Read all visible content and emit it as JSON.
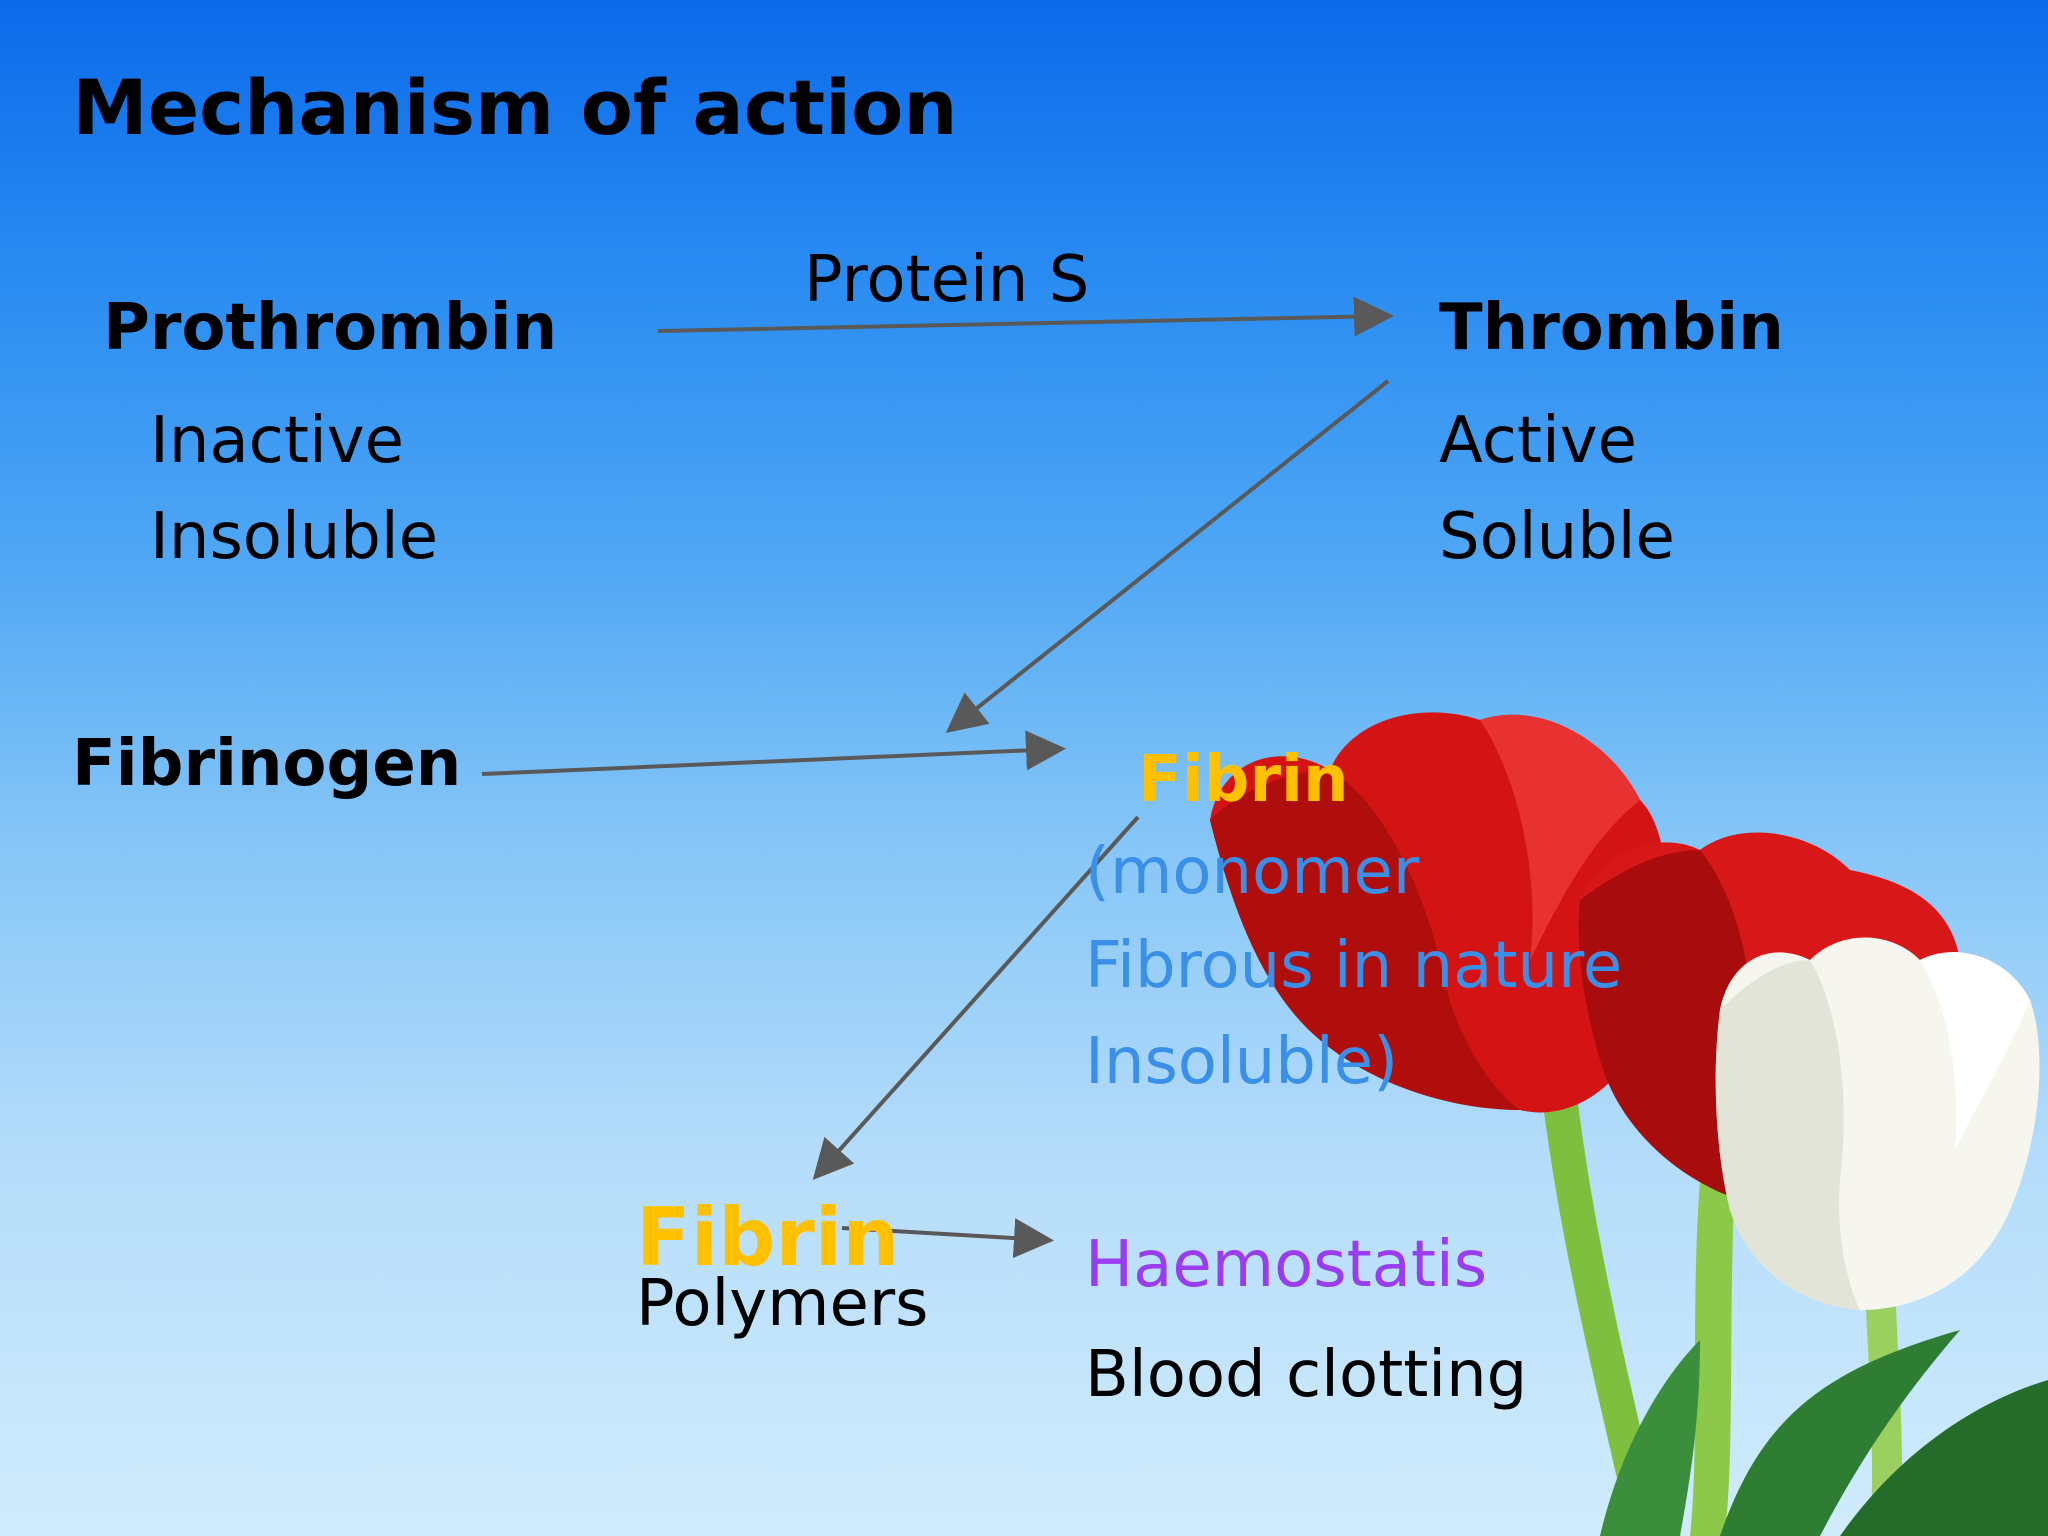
{
  "title": "Mechanism of action",
  "nodes": {
    "prothrombin": {
      "label": "Prothrombin",
      "properties": [
        "Inactive",
        "Insoluble"
      ]
    },
    "thrombin": {
      "label": "Thrombin",
      "properties": [
        "Active",
        "Soluble"
      ]
    },
    "fibrinogen": {
      "label": "Fibrinogen"
    },
    "fibrin_monomer": {
      "label": "Fibrin",
      "note_lines": [
        "(monomer",
        "Fibrous in nature",
        "Insoluble)"
      ]
    },
    "fibrin_polymer": {
      "label": "Fibrin",
      "sublabel": "Polymers"
    },
    "outcomes": [
      "Haemostatis",
      "Blood clotting"
    ]
  },
  "edges": {
    "prothrombin_to_thrombin_label": "Protein S"
  },
  "colors": {
    "fibrin_label": "#ffc000",
    "monomer_note": "#3a8fe8",
    "haemostatis": "#9a3cf0",
    "arrow": "#595959"
  },
  "decor": {
    "image": "tulip-flowers"
  }
}
